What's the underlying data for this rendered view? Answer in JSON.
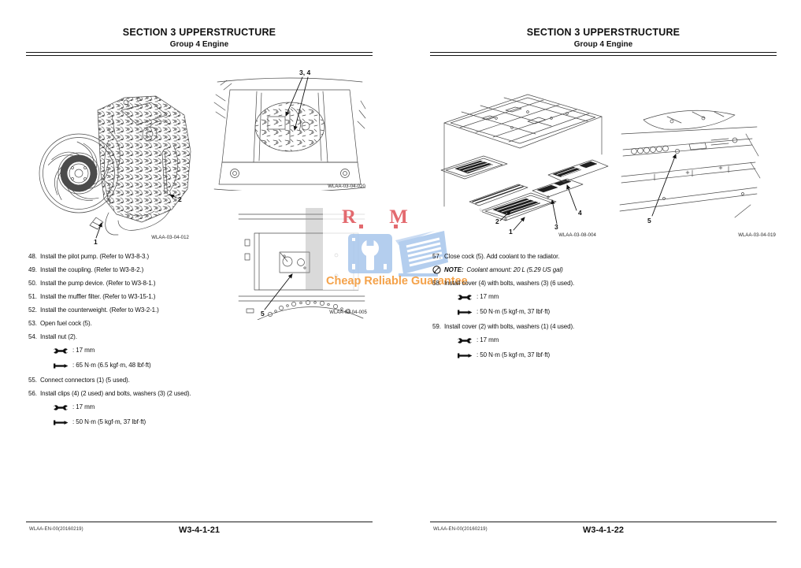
{
  "watermark": {
    "title": "R M",
    "caption": "Cheap Reliable Guarantee",
    "accent_red": "#de5056",
    "logo_blue": "#a8c6ec",
    "caption_orange": "#f39836"
  },
  "page_left": {
    "header_title": "SECTION 3 UPPERSTRUCTURE",
    "header_subtitle": "Group 4 Engine",
    "figures": {
      "engine": {
        "label": "WLAA-03-04-012",
        "callout_1": "1",
        "callout_2": "2"
      },
      "frame_opening": {
        "label": "WLAA-03-04-020",
        "callout_3_4": "3, 4"
      },
      "fuel_cock_panel": {
        "label": "WLAA-03-04-005",
        "callout_5": "5"
      }
    },
    "steps": [
      {
        "num": "48.",
        "text": "Install the pilot pump. (Refer to W3-8-3.)"
      },
      {
        "num": "49.",
        "text": "Install the coupling. (Refer to W3-8-2.)"
      },
      {
        "num": "50.",
        "text": "Install the pump device. (Refer to W3-8-1.)"
      },
      {
        "num": "51.",
        "text": "Install the muffler filter. (Refer to W3-15-1.)"
      },
      {
        "num": "52.",
        "text": "Install the counterweight. (Refer to W3-2-1.)"
      },
      {
        "num": "53.",
        "text": "Open fuel cock (5)."
      },
      {
        "num": "54.",
        "text": "Install nut (2)."
      },
      {
        "tool": "wrench",
        "text": ": 17 mm"
      },
      {
        "tool": "torque",
        "text": ": 65 N·m (6.5 kgf·m, 48 lbf·ft)"
      },
      {
        "num": "55.",
        "text": "Connect connectors (1) (5 used)."
      },
      {
        "num": "56.",
        "text": "Install clips (4) (2 used) and bolts, washers (3) (2 used)."
      },
      {
        "tool": "wrench",
        "text": ": 17 mm"
      },
      {
        "tool": "torque",
        "text": ": 50 N·m (5 kgf·m, 37 lbf·ft)"
      }
    ],
    "footer_code": "WLAA-EN-00(20160219)",
    "footer_page": "W3-4-1-21"
  },
  "page_right": {
    "header_title": "SECTION 3 UPPERSTRUCTURE",
    "header_subtitle": "Group 4 Engine",
    "figures": {
      "covers_exploded": {
        "label": "WLAA-03-08-004",
        "callout_1": "1",
        "callout_2": "2",
        "callout_3": "3",
        "callout_4": "4"
      },
      "radiator_cock": {
        "label": "WLAA-03-04-019",
        "callout_5": "5"
      }
    },
    "steps": [
      {
        "num": "57.",
        "text": "Close cock (5). Add coolant to the radiator."
      },
      {
        "note": "NOTE:",
        "text": "Coolant amount: 20 L (5.29 US gal)"
      },
      {
        "num": "58.",
        "text": "Install cover (4) with bolts, washers (3) (6 used)."
      },
      {
        "tool": "wrench",
        "text": ": 17 mm"
      },
      {
        "tool": "torque",
        "text": ": 50 N·m (5 kgf·m, 37 lbf·ft)"
      },
      {
        "num": "59.",
        "text": "Install cover (2) with bolts, washers (1) (4 used)."
      },
      {
        "tool": "wrench",
        "text": ": 17 mm"
      },
      {
        "tool": "torque",
        "text": ": 50 N·m (5 kgf·m, 37 lbf·ft)"
      }
    ],
    "footer_code": "WLAA-EN-00(20160219)",
    "footer_page": "W3-4-1-22"
  }
}
